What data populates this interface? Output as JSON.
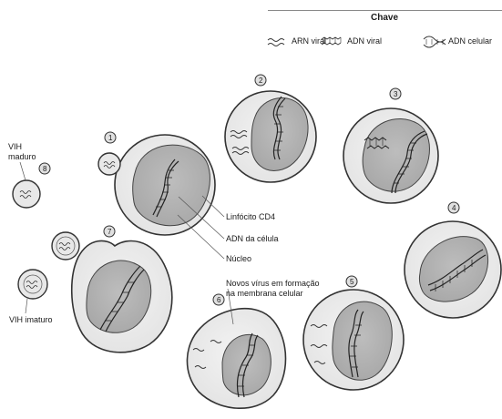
{
  "key": {
    "title": "Chave",
    "items": [
      {
        "label": "ARN viral",
        "icon": "wavy-line-icon"
      },
      {
        "label": "ADN viral",
        "icon": "zigzag-double-strand-icon"
      },
      {
        "label": "ADN celular",
        "icon": "double-helix-icon"
      }
    ]
  },
  "steps": [
    "1",
    "2",
    "3",
    "4",
    "5",
    "6",
    "7",
    "8"
  ],
  "labels": {
    "mature_virus": [
      "VIH",
      "maduro"
    ],
    "immature_virus": "VIH imaturo",
    "cd4": "Linfócito CD4",
    "cell_dna": "ADN da célula",
    "nucleus": "Núcleo",
    "budding": [
      "Novos vírus em formação",
      "na membrana celular"
    ]
  },
  "colors": {
    "cytoplasm": "#ebebeb",
    "nucleus": "#b3b3b3",
    "outline": "#3a3a3a",
    "line": "#8a8a8a"
  }
}
